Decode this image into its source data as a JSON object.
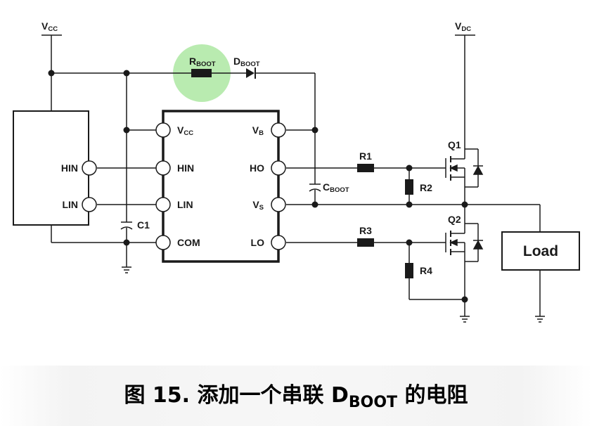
{
  "power": {
    "vcc": {
      "main": "V",
      "sub": "CC"
    },
    "vdc": {
      "main": "V",
      "sub": "DC"
    }
  },
  "bootstrap": {
    "rboot": {
      "main": "R",
      "sub": "BOOT"
    },
    "dboot": {
      "main": "D",
      "sub": "BOOT"
    },
    "cboot": {
      "main": "C",
      "sub": "BOOT"
    },
    "highlight_color": "#b9ebb0"
  },
  "controller": {
    "pins": [
      "HIN",
      "LIN"
    ]
  },
  "driver_ic": {
    "left_pins": {
      "vcc": {
        "main": "V",
        "sub": "CC"
      },
      "hin": "HIN",
      "lin": "LIN",
      "com": "COM"
    },
    "right_pins": {
      "vb": {
        "main": "V",
        "sub": "B"
      },
      "ho": "HO",
      "vs": {
        "main": "V",
        "sub": "S"
      },
      "lo": "LO"
    }
  },
  "components": {
    "c1": "C1",
    "r1": "R1",
    "r2": "R2",
    "r3": "R3",
    "r4": "R4",
    "q1": "Q1",
    "q2": "Q2",
    "load": "Load"
  },
  "caption": {
    "prefix": "图 15. 添加一个串联 D",
    "sub": "BOOT",
    "suffix": " 的电阻"
  }
}
